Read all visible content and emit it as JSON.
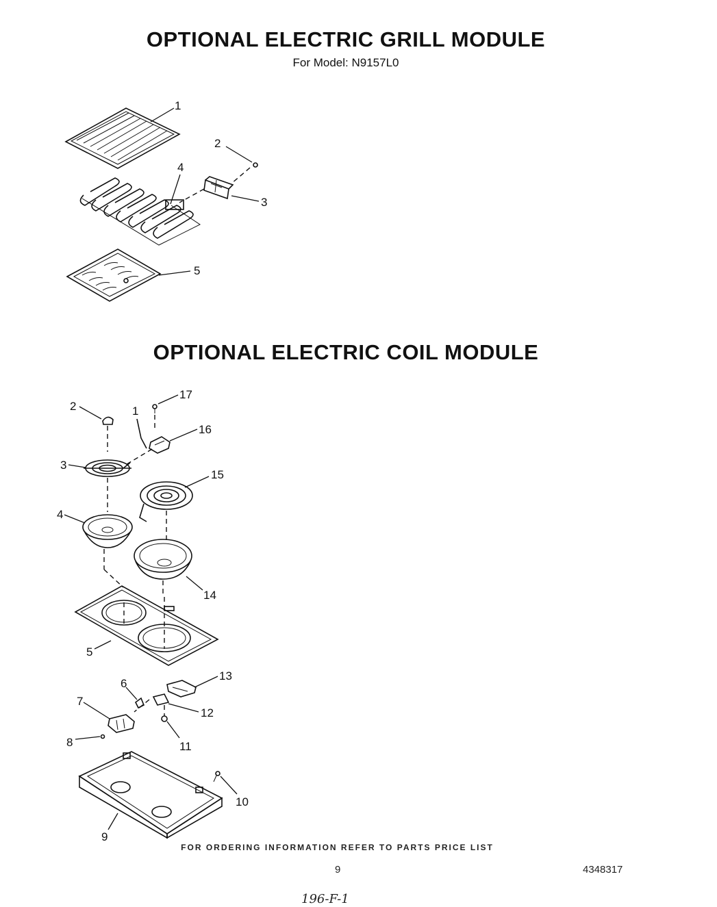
{
  "grill_module": {
    "title": "OPTIONAL ELECTRIC GRILL MODULE",
    "model_line": "For Model: N9157L0",
    "callouts": [
      "1",
      "2",
      "3",
      "4",
      "5"
    ]
  },
  "coil_module": {
    "title": "OPTIONAL ELECTRIC COIL MODULE",
    "callouts": [
      "1",
      "2",
      "3",
      "4",
      "5",
      "6",
      "7",
      "8",
      "9",
      "10",
      "11",
      "12",
      "13",
      "14",
      "15",
      "16",
      "17"
    ]
  },
  "footer": {
    "ordering_note": "FOR ORDERING INFORMATION REFER TO PARTS PRICE LIST",
    "page_number": "9",
    "document_number": "4348317",
    "handwritten_code": "196-F-1"
  }
}
